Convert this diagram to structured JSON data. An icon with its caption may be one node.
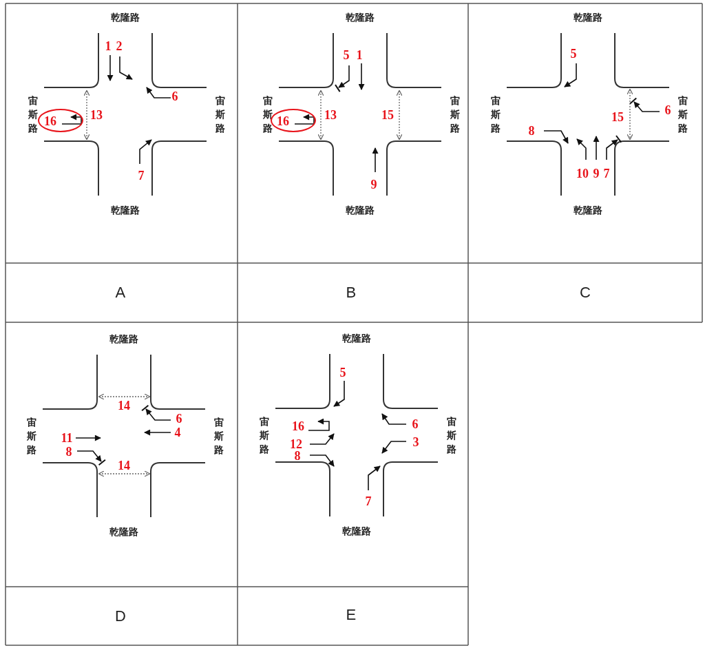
{
  "diagram": {
    "nodes": [
      {
        "text": [
          "16"
        ]
      },
      {
        "text": [
          "16"
        ]
      }
    ],
    "labels": [
      "乾隆路",
      "1",
      "2",
      "6",
      "宙斯路",
      "13",
      "宙斯路",
      "7",
      "乾隆路",
      "乾隆路",
      "5",
      "1",
      "宙斯路",
      "13",
      "15",
      "宙斯路",
      "9",
      "乾隆路",
      "乾隆路",
      "5",
      "宙斯路",
      "15",
      "6",
      "宙斯路",
      "8",
      "10",
      "9",
      "7",
      "乾隆路",
      "A",
      "B",
      "C",
      "乾隆路",
      "14",
      "6",
      "宙斯路",
      "4",
      "宙斯路",
      "11",
      "8",
      "14",
      "乾隆路",
      "乾隆路",
      "5",
      "宙斯路",
      "16",
      "6",
      "宙斯路",
      "12",
      "3",
      "8",
      "7",
      "乾隆路",
      "D",
      "E"
    ]
  }
}
